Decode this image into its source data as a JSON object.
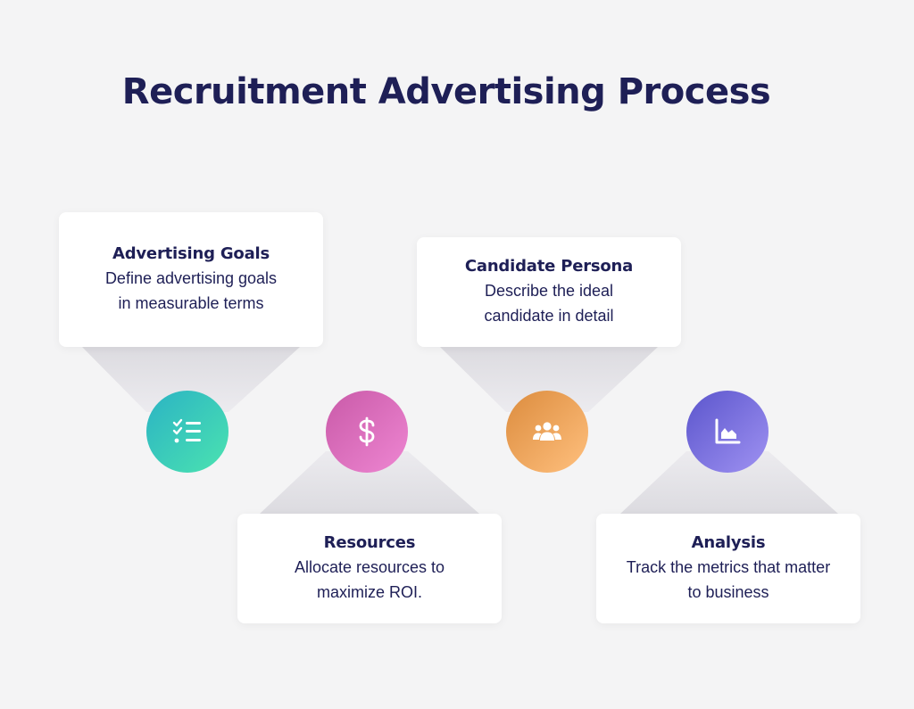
{
  "title": "Recruitment Advertising Process",
  "steps": [
    {
      "heading": "Advertising Goals",
      "text": "Define advertising goals in measurable terms",
      "icon": "checklist-icon",
      "color_from": "#2bb3c4",
      "color_to": "#4be3b0"
    },
    {
      "heading": "Resources",
      "text": "Allocate resources to maximize ROI.",
      "icon": "dollar-icon",
      "color_from": "#c95aa8",
      "color_to": "#ee86d2"
    },
    {
      "heading": "Candidate Persona",
      "text": "Describe the ideal candidate in detail",
      "icon": "people-icon",
      "color_from": "#dc8c3e",
      "color_to": "#ffc07e"
    },
    {
      "heading": "Analysis",
      "text": "Track the metrics that matter to business",
      "icon": "area-chart-icon",
      "color_from": "#5b55cc",
      "color_to": "#9f92f2"
    }
  ],
  "colors": {
    "background": "#f4f4f5",
    "text": "#1e1f56",
    "card": "#ffffff",
    "connector": "#e4e3e7"
  }
}
